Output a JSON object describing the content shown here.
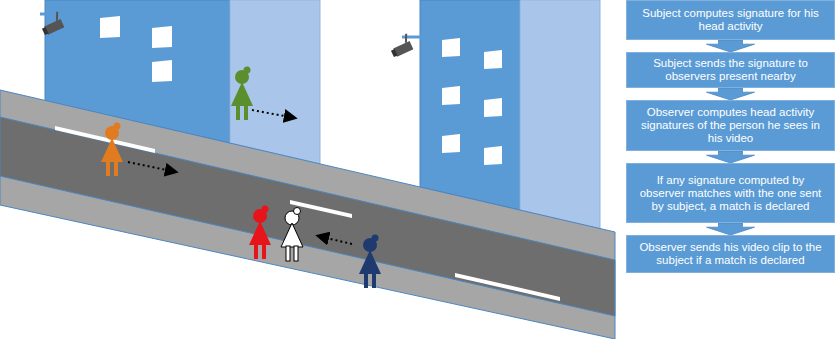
{
  "diagram": {
    "nodes": [
      {
        "text": [
          "Subject computes signature for his head activity"
        ]
      },
      {
        "text": [
          "Subject sends the signature to observers present nearby"
        ]
      },
      {
        "text": [
          "Observer computes head activity signatures of the person he sees in his video"
        ]
      },
      {
        "text": [
          "If any signature computed by observer matches with the one sent by subject, a match is declared"
        ]
      },
      {
        "text": [
          "Observer sends his video clip to the subject if a match is declared"
        ]
      }
    ],
    "edges": [
      {
        "from": 0,
        "to": 1,
        "arrow": "to"
      },
      {
        "from": 1,
        "to": 2,
        "arrow": "to"
      },
      {
        "from": 2,
        "to": 3,
        "arrow": "to"
      },
      {
        "from": 3,
        "to": 4,
        "arrow": "to"
      }
    ]
  }
}
